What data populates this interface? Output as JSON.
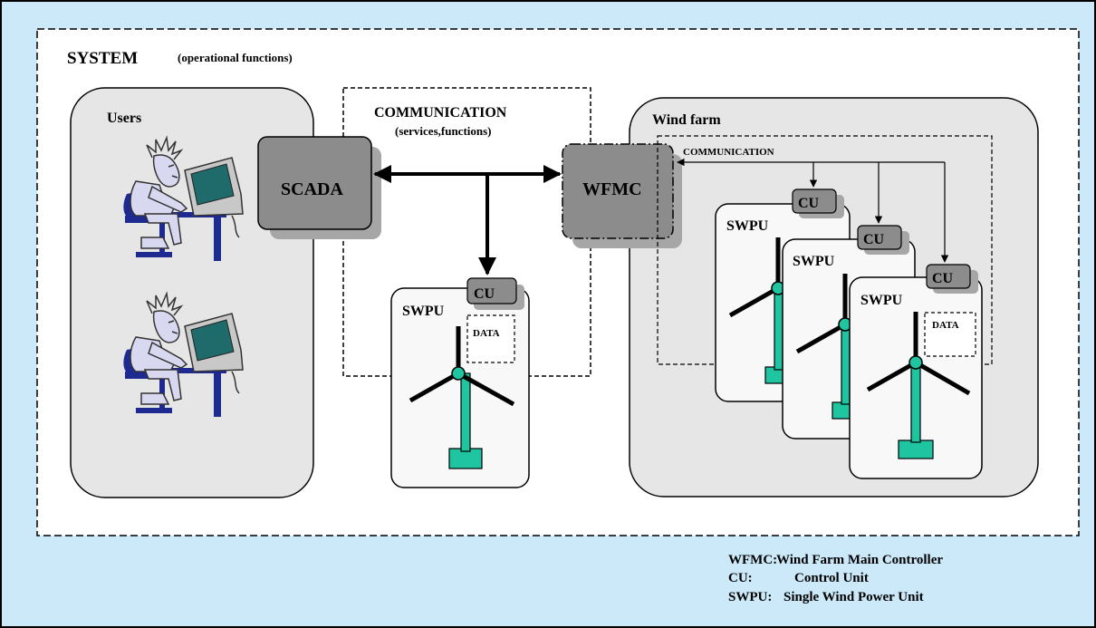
{
  "system": {
    "title": "SYSTEM",
    "subtitle": "(operational functions)"
  },
  "users": {
    "label": "Users"
  },
  "scada": {
    "label": "SCADA"
  },
  "communication": {
    "title": "COMMUNICATION",
    "subtitle": "(services,functions)"
  },
  "wfmc": {
    "label": "WFMC"
  },
  "wind_farm": {
    "label": "Wind farm",
    "communication_label": "COMMUNICATION"
  },
  "swpu": {
    "label": "SWPU",
    "cu_label": "CU",
    "data_label": "DATA"
  },
  "legend": [
    {
      "term": "WFMC:",
      "definition": "Wind Farm Main Controller"
    },
    {
      "term": "CU:",
      "definition": "Control Unit"
    },
    {
      "term": "SWPU:",
      "definition": "Single Wind Power Unit"
    }
  ],
  "colors": {
    "frame_background": "#cce9fa",
    "system_background": "#ffffff",
    "panel_fill": "#e6e6e6",
    "box_fill": "#8c8c8c",
    "box_shadow": "#a6a6a6",
    "turbine_accent": "#1fc4a0",
    "person_skin": "#d8d8f0",
    "chair_blue": "#1e2a90"
  }
}
